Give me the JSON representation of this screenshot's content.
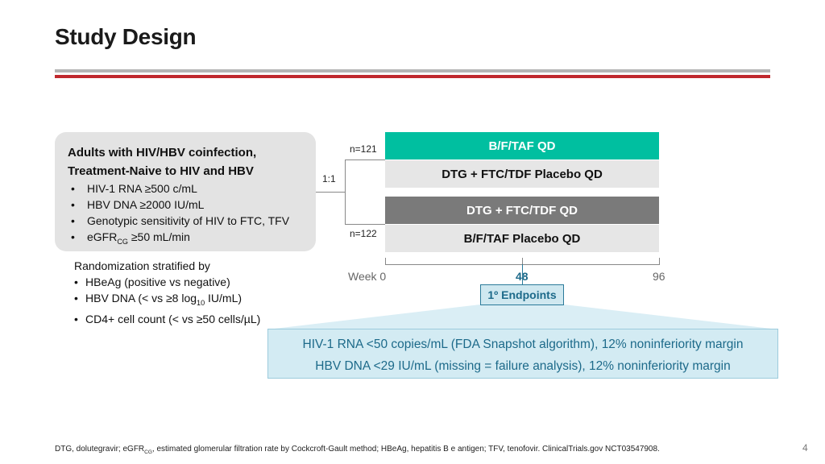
{
  "page": {
    "title": "Study Design",
    "page_number": "4",
    "footnote_parts": [
      "DTG, dolutegravir; eGFR",
      "CG",
      ", estimated glomerular filtration rate by Cockcroft-Gault method; HBeAg, hepatitis B e antigen; TFV, tenofovir. ClinicalTrials.gov NCT03547908."
    ]
  },
  "population": {
    "heading_line1": "Adults with HIV/HBV coinfection,",
    "heading_line2": "Treatment-Naive to HIV and HBV",
    "criteria": [
      "HIV-1 RNA ≥500 c/mL",
      "HBV DNA ≥2000 IU/mL",
      "Genotypic sensitivity of HIV to FTC, TFV"
    ],
    "egfr_prefix": "eGFR",
    "egfr_sub": "CG",
    "egfr_suffix": " ≥50 mL/min"
  },
  "stratification": {
    "heading": "Randomization stratified by",
    "item1": "HBeAg (positive vs negative)",
    "item2_prefix": "HBV DNA (< vs ≥8 log",
    "item2_sub": "10",
    "item2_suffix": " IU/mL)",
    "item3": "CD4+ cell count (< vs ≥50 cells/µL)"
  },
  "randomization": {
    "ratio": "1:1",
    "n_top": "n=121",
    "n_bottom": "n=122"
  },
  "arms": {
    "arm1_active": "B/F/TAF QD",
    "arm1_placebo": "DTG + FTC/TDF Placebo QD",
    "arm2_active": "DTG + FTC/TDF QD",
    "arm2_placebo": "B/F/TAF Placebo QD"
  },
  "timeline": {
    "week0": "Week 0",
    "week48": "48",
    "week96": "96"
  },
  "endpoints": {
    "label": "1º Endpoints",
    "line1": "HIV-1 RNA <50 copies/mL (FDA Snapshot algorithm), 12% noninferiority margin",
    "line2": "HBV DNA <29 IU/mL (missing = failure analysis), 12% noninferiority margin"
  },
  "colors": {
    "teal": "#00bfa0",
    "red_rule": "#c0282d",
    "endpoint_blue": "#1d6a8a"
  }
}
